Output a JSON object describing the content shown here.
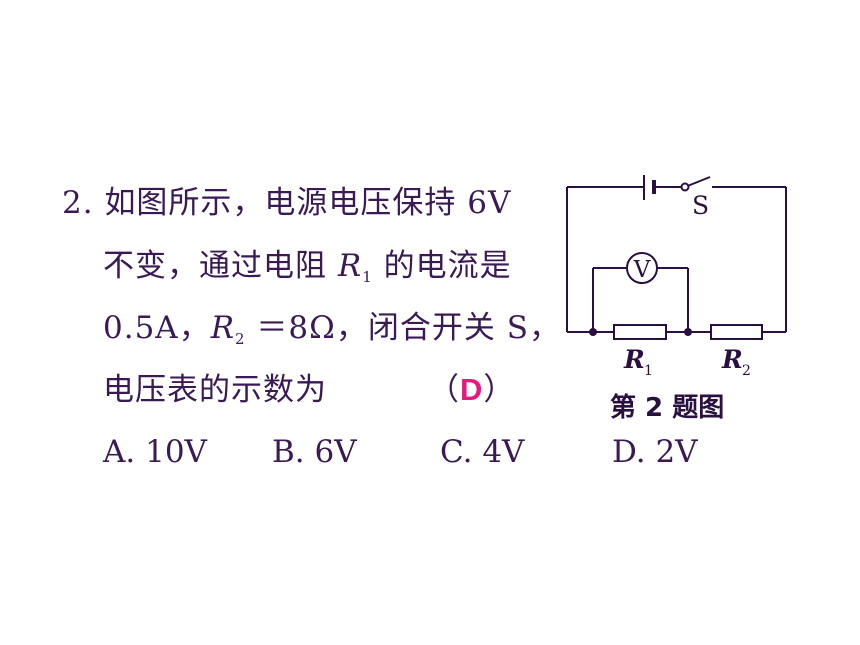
{
  "question": {
    "number": "2.",
    "line1": "如图所示，电源电压保持 6V",
    "line2_a": "不变，通过电阻 ",
    "line2_r": "R",
    "line2_sub": "1",
    "line2_b": " 的电流是",
    "line3_a": "0.5A，",
    "line3_r": "R",
    "line3_sub": "2",
    "line3_b": " ＝8Ω，闭合开关 S，",
    "line4": "电压表的示数为",
    "paren_open": "（",
    "answer": "D",
    "paren_close": "）"
  },
  "options": [
    {
      "label": "A. 10V"
    },
    {
      "label": "B. 6V"
    },
    {
      "label": "C. 4V"
    },
    {
      "label": "D. 2V"
    }
  ],
  "figure": {
    "switch_label": "S",
    "voltmeter_label": "V",
    "r1_label": "R",
    "r1_sub": "1",
    "r2_label": "R",
    "r2_sub": "2",
    "caption": "第 2 题图"
  },
  "colors": {
    "text": "#3a1a55",
    "answer": "#e6197d"
  }
}
